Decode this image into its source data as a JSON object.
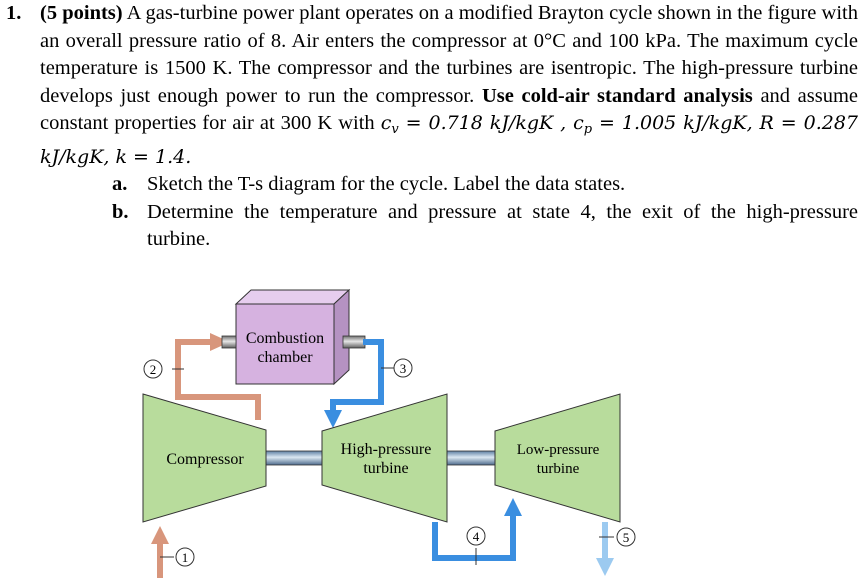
{
  "problem": {
    "number": "1.",
    "points": "(5 points)",
    "intro": "A gas-turbine power plant operates on a modified Brayton cycle shown in the figure with an overall pressure ratio of 8. Air enters the compressor at 0°C and 100 kPa. The maximum cycle temperature is 1500 K. The compressor and the turbines are isentropic. The high-pressure turbine develops just enough power to run the compressor.",
    "emphasis": "Use cold-air standard analysis",
    "assume": "and assume constant properties for air at 300 K with",
    "props": {
      "cv_var": "c",
      "cv_sub": "v",
      "cv_val": " = 0.718 kJ/kgK , ",
      "cp_var": "c",
      "cp_sub": "p",
      "cp_val": " = 1.005 kJ/kgK, ",
      "R": "R = 0.287 kJ/kgK, ",
      "k": "k = 1.4."
    },
    "parts": [
      {
        "label": "a.",
        "text": "Sketch the T-s diagram for the cycle. Label the data states."
      },
      {
        "label": "b.",
        "text": "Determine the temperature and pressure at state 4, the exit of the high-pressure turbine."
      }
    ]
  },
  "figure": {
    "combustion_label_1": "Combustion",
    "combustion_label_2": "chamber",
    "compressor_label": "Compressor",
    "hp_label_1": "High-pressure",
    "hp_label_2": "turbine",
    "lp_label_1": "Low-pressure",
    "lp_label_2": "turbine",
    "states": [
      "1",
      "2",
      "3",
      "4",
      "5"
    ],
    "colors": {
      "device_fill": "#b8dc9c",
      "chamber_fill": "#d6b2e0",
      "hot_pipe": "#3a8ee0",
      "warm_pipe": "#d8967c",
      "cold_pipe": "#d8967c",
      "exhaust": "#9ccaf0",
      "shaft": "#7f9fbf"
    }
  }
}
